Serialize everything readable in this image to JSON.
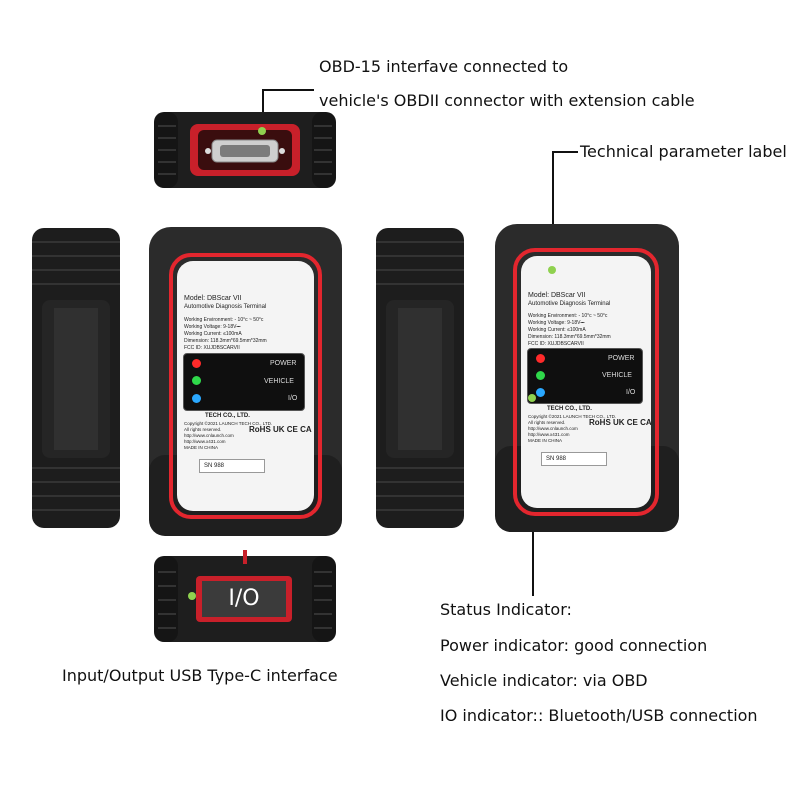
{
  "callouts": {
    "obd_line1": "OBD-15 interfave connected to",
    "obd_line2": "vehicle's OBDII connector with extension cable",
    "tech_label": "Technical parameter label",
    "usb_label": "Input/Output USB Type-C interface",
    "status_title": "Status Indicator:",
    "status_power": "Power indicator: good connection",
    "status_vehicle": "Vehicle indicator: via OBD",
    "status_io": "IO indicator:: Bluetooth/USB connection"
  },
  "device_label": {
    "model": "Model: DBScar VII",
    "subtitle": "Automotive Diagnosis Terminal",
    "env": "Working Environment: - 10°c ~ 50°c",
    "voltage": "Working Voltage: 9-18V⎓",
    "current": "Working Current: ≤100mA",
    "dimension": "Dimension: 118.3mm*69.5mm*32mm",
    "fcc": "FCC ID: XUJDBSCARVII",
    "led_power": "POWER",
    "led_vehicle": "VEHICLE",
    "led_io": "I/O",
    "company": "TECH CO., LTD.",
    "copyright": "Copyright ©2021 LAUNCH TECH CO., LTD.",
    "rights": "All rights reserved.",
    "site1": "http://www.cnlaunch.com",
    "site2": "http://www.x431.com",
    "made": "MADE IN CHINA",
    "marks": "RoHS UK CE CA",
    "sn": "SN 988"
  },
  "port_label": "I/O",
  "colors": {
    "red_trim": "#e3262e",
    "body": "#2a2a2a",
    "led_red": "#ff2a2a",
    "led_green": "#2fd84a",
    "led_blue": "#2aa8ff",
    "callout_dot": "#8fd14f"
  }
}
